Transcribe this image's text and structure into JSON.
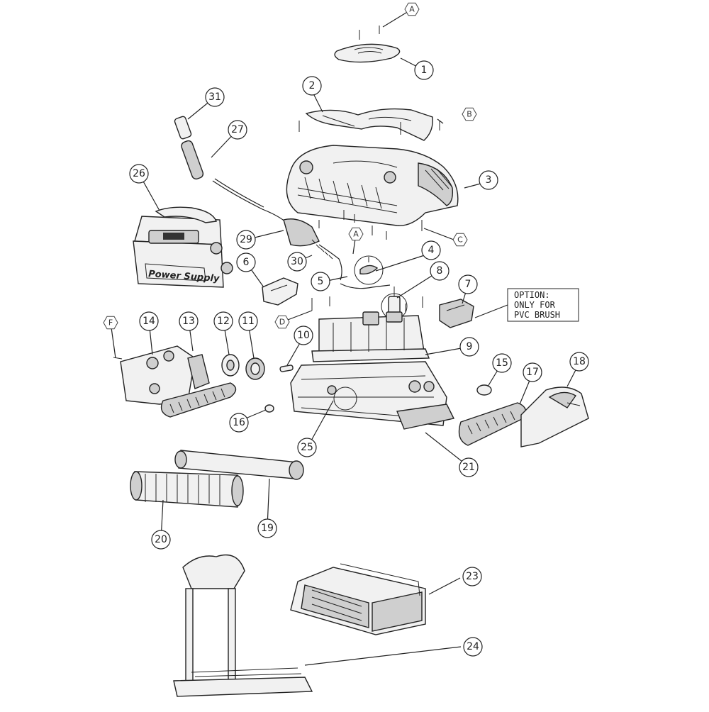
{
  "diagram": {
    "callouts": [
      {
        "id": "1",
        "label": "1"
      },
      {
        "id": "2",
        "label": "2"
      },
      {
        "id": "3",
        "label": "3"
      },
      {
        "id": "4",
        "label": "4"
      },
      {
        "id": "5",
        "label": "5"
      },
      {
        "id": "6",
        "label": "6"
      },
      {
        "id": "7",
        "label": "7"
      },
      {
        "id": "8",
        "label": "8"
      },
      {
        "id": "9",
        "label": "9"
      },
      {
        "id": "10",
        "label": "10"
      },
      {
        "id": "11",
        "label": "11"
      },
      {
        "id": "12",
        "label": "12"
      },
      {
        "id": "13",
        "label": "13"
      },
      {
        "id": "14",
        "label": "14"
      },
      {
        "id": "15",
        "label": "15"
      },
      {
        "id": "16",
        "label": "16"
      },
      {
        "id": "17",
        "label": "17"
      },
      {
        "id": "18",
        "label": "18"
      },
      {
        "id": "19",
        "label": "19"
      },
      {
        "id": "20",
        "label": "20"
      },
      {
        "id": "21",
        "label": "21"
      },
      {
        "id": "23",
        "label": "23"
      },
      {
        "id": "24",
        "label": "24"
      },
      {
        "id": "25",
        "label": "25"
      },
      {
        "id": "26",
        "label": "26"
      },
      {
        "id": "27",
        "label": "27"
      },
      {
        "id": "29",
        "label": "29"
      },
      {
        "id": "30",
        "label": "30"
      },
      {
        "id": "31",
        "label": "31"
      }
    ],
    "fastener_tags": [
      {
        "id": "A1",
        "label": "A"
      },
      {
        "id": "A2",
        "label": "A"
      },
      {
        "id": "B",
        "label": "B"
      },
      {
        "id": "C",
        "label": "C"
      },
      {
        "id": "D",
        "label": "D"
      },
      {
        "id": "F",
        "label": "F"
      }
    ],
    "option_note": {
      "line1": "OPTION:",
      "line2": "ONLY FOR",
      "line3": "PVC BRUSH"
    },
    "power_supply_label": "Power Supply"
  }
}
